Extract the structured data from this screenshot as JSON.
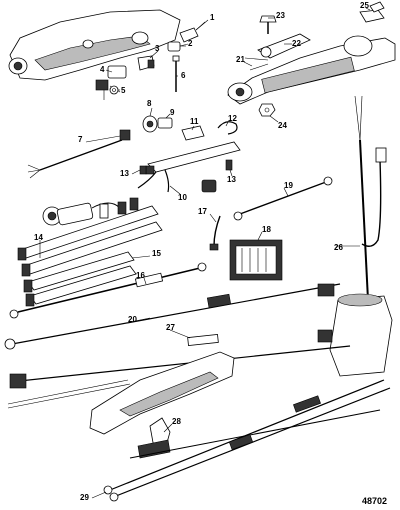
{
  "figure_number": "48702",
  "callouts": [
    "1",
    "2",
    "3",
    "4",
    "5",
    "6",
    "7",
    "8",
    "9",
    "10",
    "11",
    "12",
    "13",
    "13",
    "14",
    "15",
    "16",
    "17",
    "18",
    "19",
    "20",
    "21",
    "22",
    "23",
    "24",
    "25",
    "26",
    "27",
    "28",
    "29"
  ]
}
